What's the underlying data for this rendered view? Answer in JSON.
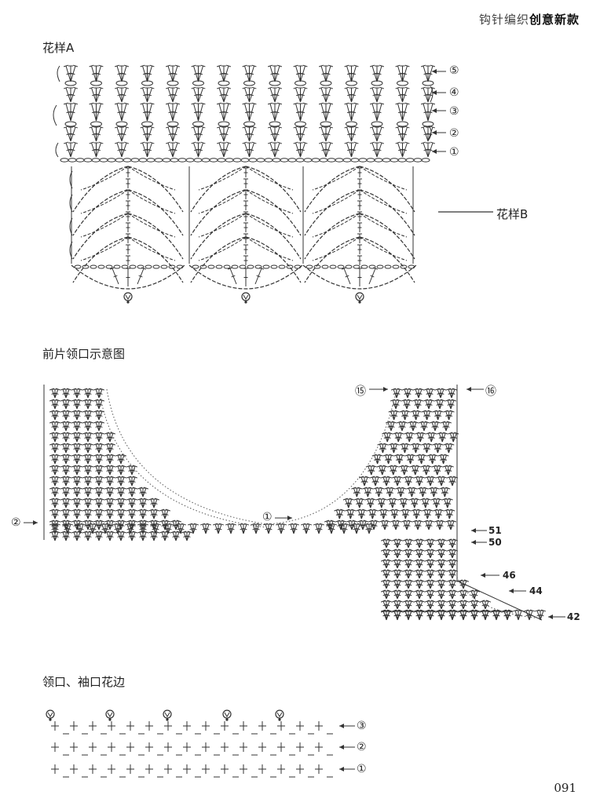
{
  "header": {
    "prefix": "钩针编织",
    "suffix": "创意新款"
  },
  "pattern_a": {
    "title": "花样A",
    "side_label": "花样B",
    "row_markers": [
      "⑤",
      "④",
      "③",
      "②",
      "①"
    ]
  },
  "neckline": {
    "title": "前片领口示意图",
    "markers": {
      "left": "②",
      "center": "①",
      "top_left": "⑮",
      "top_right": "⑯",
      "r51": "51",
      "r50": "50",
      "r46": "46",
      "r44": "44",
      "r42": "42"
    }
  },
  "edging": {
    "title": "领口、袖口花边",
    "row_markers": [
      "③",
      "②",
      "①"
    ]
  },
  "page_number": "091"
}
